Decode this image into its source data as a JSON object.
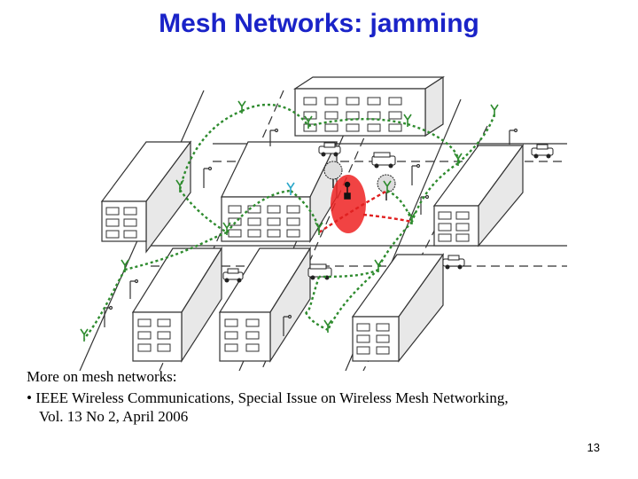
{
  "slide": {
    "title": "Mesh Networks: jamming",
    "page_number": "13"
  },
  "reference": {
    "intro": "More on mesh networks:",
    "bullet": "•",
    "item_line1": "IEEE Wireless Communications, Special Issue on Wireless Mesh Networking,",
    "item_line2": "Vol. 13 No 2, April 2006"
  },
  "colors": {
    "title": "#1a23c8",
    "mesh_link": "#2e8b2e",
    "jammed_link": "#e02020",
    "jamming_zone": "#ee2222",
    "building_fill": "#ffffff",
    "building_side": "#e8e8e8",
    "building_stroke": "#333333"
  },
  "icons": {
    "router": "antenna-icon",
    "jammer": "jammer-antenna-icon",
    "car": "car-icon",
    "tree": "tree-icon",
    "lamp": "street-lamp-icon"
  }
}
